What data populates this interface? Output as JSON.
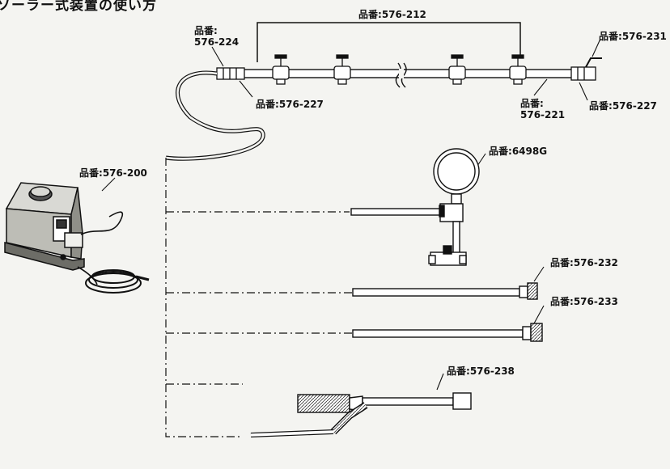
{
  "title_fragment": "ソーラー式装置の使い方",
  "prefix": "品番:",
  "parts": {
    "boom_assembly": "576-212",
    "hose_connector": "576-224",
    "boom_end_valve": "576-231",
    "boom_coupler_left": "576-227",
    "boom_coupler_right": "576-227",
    "boom_pipe": "576-221",
    "sprayer_unit": "576-200",
    "pressure_gauge": "6498G",
    "lance_short": "576-232",
    "lance_long": "576-233",
    "spray_gun": "576-238"
  }
}
